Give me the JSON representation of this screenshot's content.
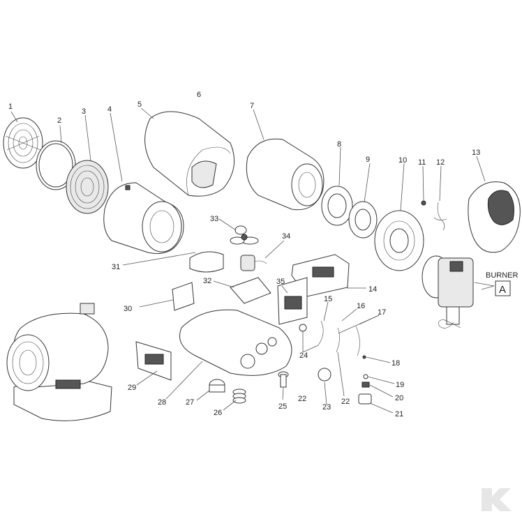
{
  "diagram": {
    "part_numbers": [
      "1",
      "2",
      "3",
      "4",
      "5",
      "6",
      "7",
      "8",
      "9",
      "10",
      "11",
      "12",
      "13",
      "14",
      "15",
      "16",
      "17",
      "18",
      "19",
      "20",
      "21",
      "22",
      "22",
      "23",
      "24",
      "25",
      "26",
      "27",
      "28",
      "29",
      "30",
      "31",
      "32",
      "33",
      "34",
      "35"
    ],
    "burner_label": "BURNER",
    "burner_ref": "A",
    "watermark_logo": "K"
  }
}
